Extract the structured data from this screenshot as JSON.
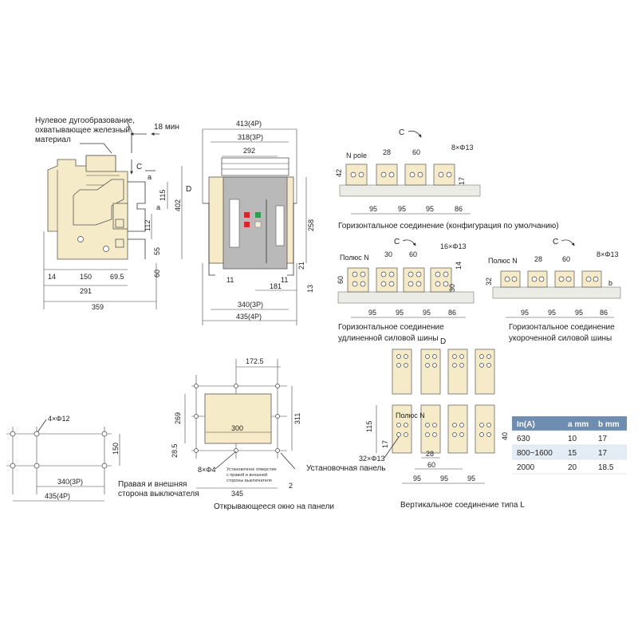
{
  "front_view": {
    "arc_note_l1": "Нулевое дугообразование,",
    "arc_note_l2": "охватывающее железный",
    "arc_note_l3": "материал",
    "clearance": "18 мин",
    "c": "C",
    "d": "D",
    "a1": "a",
    "a2": "a",
    "d115": "115",
    "d402": "402",
    "d112": "112",
    "d55": "55",
    "d60": "60",
    "d14": "14",
    "d150": "150",
    "d69_5": "69.5",
    "d291": "291",
    "d359": "359"
  },
  "side_view": {
    "w413": "413(4P)",
    "w318": "318(3P)",
    "w292": "292",
    "h258": "258",
    "h21": "21",
    "h13": "13",
    "w11a": "11",
    "w11b": "11",
    "w181": "181",
    "w340": "340(3P)",
    "w435": "435(4P)"
  },
  "horizontal_default": {
    "c": "C",
    "npole": "N pole",
    "d28": "28",
    "d60": "60",
    "holes": "8×Φ13",
    "h42": "42",
    "h17": "17",
    "w95a": "95",
    "w95b": "95",
    "w95c": "95",
    "w86": "86",
    "caption": "Горизонтальное соединение (конфигурация по умолчанию)"
  },
  "horizontal_extended": {
    "c": "C",
    "pole": "Полюс N",
    "d30": "30",
    "d60": "60",
    "holes": "16×Φ13",
    "h14": "14",
    "h60": "60",
    "h30": "30",
    "w95a": "95",
    "w95b": "95",
    "w95c": "95",
    "w86": "86",
    "caption_l1": "Горизонтальное соединение",
    "caption_l2": "удлиненной силовой шины"
  },
  "horizontal_short": {
    "c": "C",
    "pole": "Полюс N",
    "d28": "28",
    "d60": "60",
    "holes": "8×Φ13",
    "h32": "32",
    "b": "b",
    "w95a": "95",
    "w95b": "95",
    "w95c": "95",
    "w86": "86",
    "caption_l1": "Горизонтальное соединение",
    "caption_l2": "укороченной силовой шины"
  },
  "mounting_holes": {
    "holes": "4×Φ12",
    "h150": "150",
    "w340": "340(3P)",
    "w435": "435(4P)",
    "caption_l1": "Правая и внешняя",
    "caption_l2": "сторона выключателя"
  },
  "panel_cutout": {
    "w172_5": "172.5",
    "h269": "269",
    "h311": "311",
    "w300": "300",
    "h28_5": "28.5",
    "holes": "8×Φ4",
    "note_l1": "Установочное отверстие",
    "note_l2": "с правой и внешней",
    "note_l3": "стороны выключателя",
    "w345": "345",
    "d2": "2",
    "panel_label": "Установочная панель",
    "caption": "Открывающееся окно на панели"
  },
  "vertical_l": {
    "d": "D",
    "pole": "Полюс N",
    "h115": "115",
    "h17": "17",
    "d40": "40",
    "holes": "32×Φ13",
    "d28": "28",
    "d60": "60",
    "w95a": "95",
    "w95b": "95",
    "w95c": "95",
    "caption": "Вертикальное соединение типа L"
  },
  "table": {
    "headers": [
      "In(A)",
      "a mm",
      "b mm"
    ],
    "rows": [
      [
        "630",
        "10",
        "17"
      ],
      [
        "800~1600",
        "15",
        "17"
      ],
      [
        "2000",
        "20",
        "18.5"
      ]
    ]
  },
  "colors": {
    "body_fill": "#f6ebc8",
    "table_header": "#6f8db0",
    "table_row_alt": "#e4ecf5",
    "indicator_red": "#d8262b",
    "indicator_green": "#2e9e4d"
  }
}
